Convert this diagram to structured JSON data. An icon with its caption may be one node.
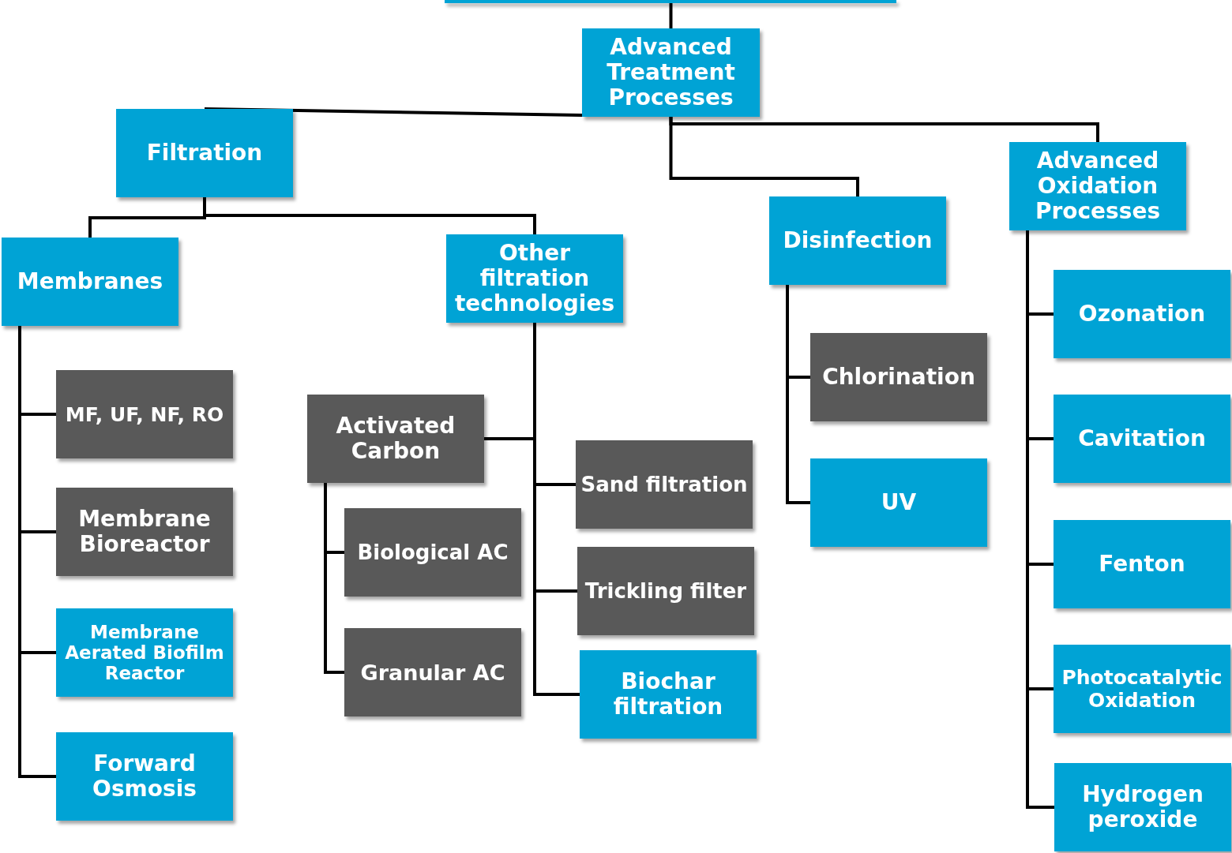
{
  "diagram": {
    "nodes": [
      {
        "text": [],
        "shape": "box"
      },
      {
        "text": [
          "Advanced Treatment Processes"
        ]
      },
      {
        "text": [
          "Filtration"
        ]
      },
      {
        "text": [
          "Disinfection"
        ]
      },
      {
        "text": [
          "Advanced Oxidation Processes"
        ]
      },
      {
        "text": [
          "Membranes"
        ]
      },
      {
        "text": [
          "Other filtration technologies"
        ]
      },
      {
        "text": [
          "MF, UF, NF, RO"
        ]
      },
      {
        "text": [
          "Membrane Bioreactor"
        ]
      },
      {
        "text": [
          "Membrane Aerated Biofilm Reactor"
        ]
      },
      {
        "text": [
          "Forward Osmosis"
        ]
      },
      {
        "text": [
          "Activated Carbon"
        ]
      },
      {
        "text": [
          "Biological AC"
        ]
      },
      {
        "text": [
          "Granular AC"
        ]
      },
      {
        "text": [
          "Sand filtration"
        ]
      },
      {
        "text": [
          "Trickling filter"
        ]
      },
      {
        "text": [
          "Biochar filtration"
        ]
      },
      {
        "text": [
          "Chlorination"
        ]
      },
      {
        "text": [
          "UV"
        ]
      },
      {
        "text": [
          "Ozonation"
        ]
      },
      {
        "text": [
          "Cavitation"
        ]
      },
      {
        "text": [
          "Fenton"
        ]
      },
      {
        "text": [
          "Photocatalytic Oxidation"
        ]
      },
      {
        "text": [
          "Hydrogen peroxide"
        ]
      }
    ],
    "edges": [
      {
        "from": 0,
        "to": 1,
        "arrow": "none"
      },
      {
        "from": 1,
        "to": 2,
        "arrow": "none"
      },
      {
        "from": 1,
        "to": 3,
        "arrow": "none"
      },
      {
        "from": 1,
        "to": 4,
        "arrow": "none"
      },
      {
        "from": 2,
        "to": 5,
        "arrow": "none"
      },
      {
        "from": 2,
        "to": 6,
        "arrow": "none"
      },
      {
        "from": 5,
        "to": 7,
        "arrow": "none"
      },
      {
        "from": 5,
        "to": 8,
        "arrow": "none"
      },
      {
        "from": 5,
        "to": 9,
        "arrow": "none"
      },
      {
        "from": 5,
        "to": 10,
        "arrow": "none"
      },
      {
        "from": 6,
        "to": 11,
        "arrow": "none"
      },
      {
        "from": 6,
        "to": 14,
        "arrow": "none"
      },
      {
        "from": 6,
        "to": 15,
        "arrow": "none"
      },
      {
        "from": 6,
        "to": 16,
        "arrow": "none"
      },
      {
        "from": 11,
        "to": 12,
        "arrow": "none"
      },
      {
        "from": 11,
        "to": 13,
        "arrow": "none"
      },
      {
        "from": 3,
        "to": 17,
        "arrow": "none"
      },
      {
        "from": 3,
        "to": 18,
        "arrow": "none"
      },
      {
        "from": 4,
        "to": 19,
        "arrow": "none"
      },
      {
        "from": 4,
        "to": 20,
        "arrow": "none"
      },
      {
        "from": 4,
        "to": 21,
        "arrow": "none"
      },
      {
        "from": 4,
        "to": 22,
        "arrow": "none"
      },
      {
        "from": 4,
        "to": 23,
        "arrow": "none"
      }
    ]
  }
}
